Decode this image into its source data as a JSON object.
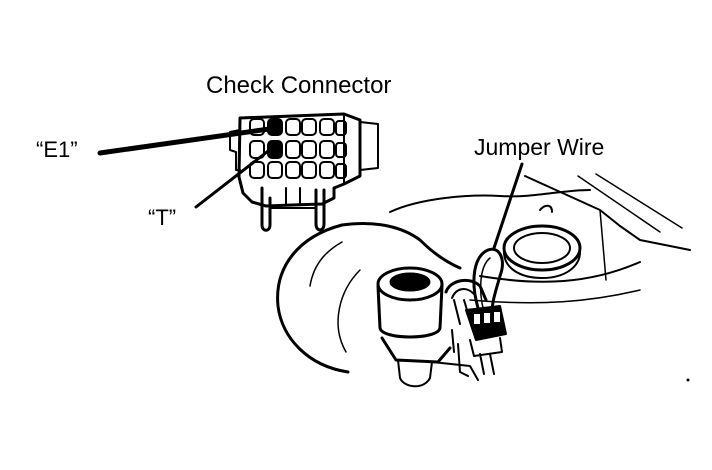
{
  "labels": {
    "title": "Check Connector",
    "e1": "“E1”",
    "t": "“T”",
    "jumper": "Jumper Wire"
  }
}
